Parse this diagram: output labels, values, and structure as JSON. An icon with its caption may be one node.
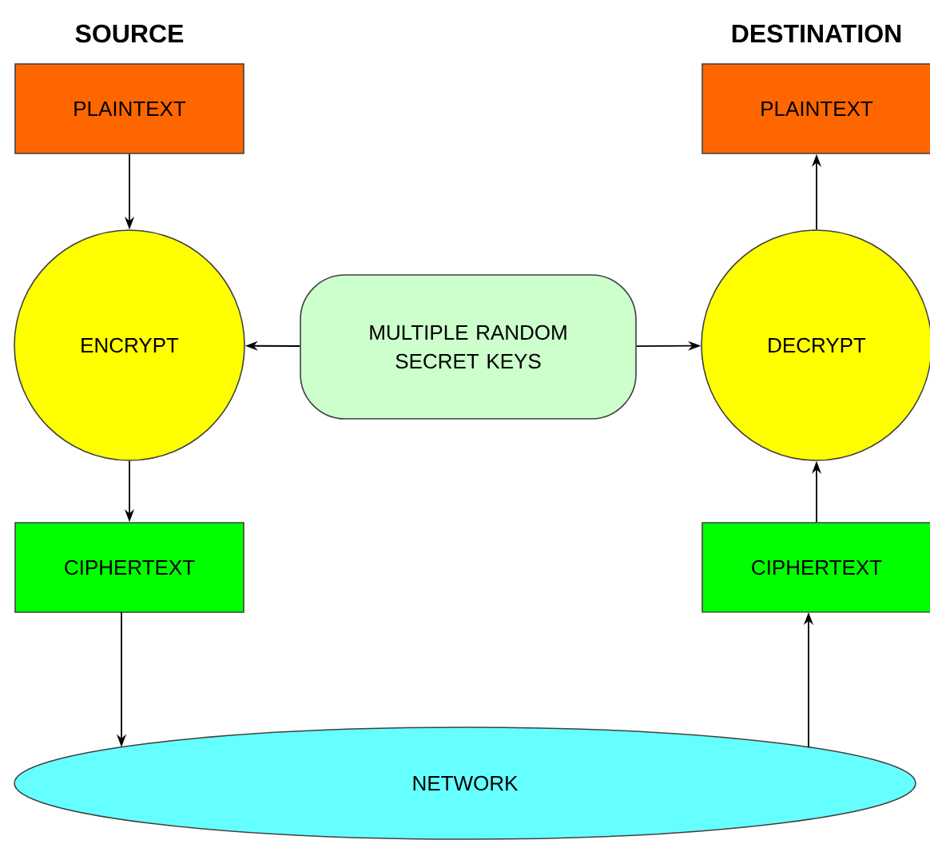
{
  "diagram": {
    "nodes": [
      {
        "text": [
          "PLAINTEXT"
        ]
      },
      {
        "text": [
          "ENCRYPT"
        ]
      },
      {
        "text": [
          "MULTIPLE RANDOM SECRET KEYS"
        ]
      },
      {
        "text": [
          "PLAINTEXT"
        ]
      },
      {
        "text": [
          "DECRYPT"
        ]
      },
      {
        "text": [
          "CIPHERTEXT"
        ]
      },
      {
        "text": [
          "CIPHERTEXT"
        ]
      },
      {
        "text": [
          "NETWORK"
        ]
      }
    ],
    "edges": [
      {
        "from": 0,
        "to": 1,
        "arrow": "to"
      },
      {
        "from": 2,
        "to": 1,
        "arrow": "to"
      },
      {
        "from": 2,
        "to": 4,
        "arrow": "to"
      },
      {
        "from": 4,
        "to": 3,
        "arrow": "to"
      },
      {
        "from": 1,
        "to": 5,
        "arrow": "to"
      },
      {
        "from": 6,
        "to": 4,
        "arrow": "to"
      },
      {
        "from": 5,
        "to": 7,
        "arrow": "to"
      },
      {
        "from": 7,
        "to": 6,
        "arrow": "to"
      }
    ],
    "labels": [
      "SOURCE",
      "DESTINATION"
    ]
  }
}
